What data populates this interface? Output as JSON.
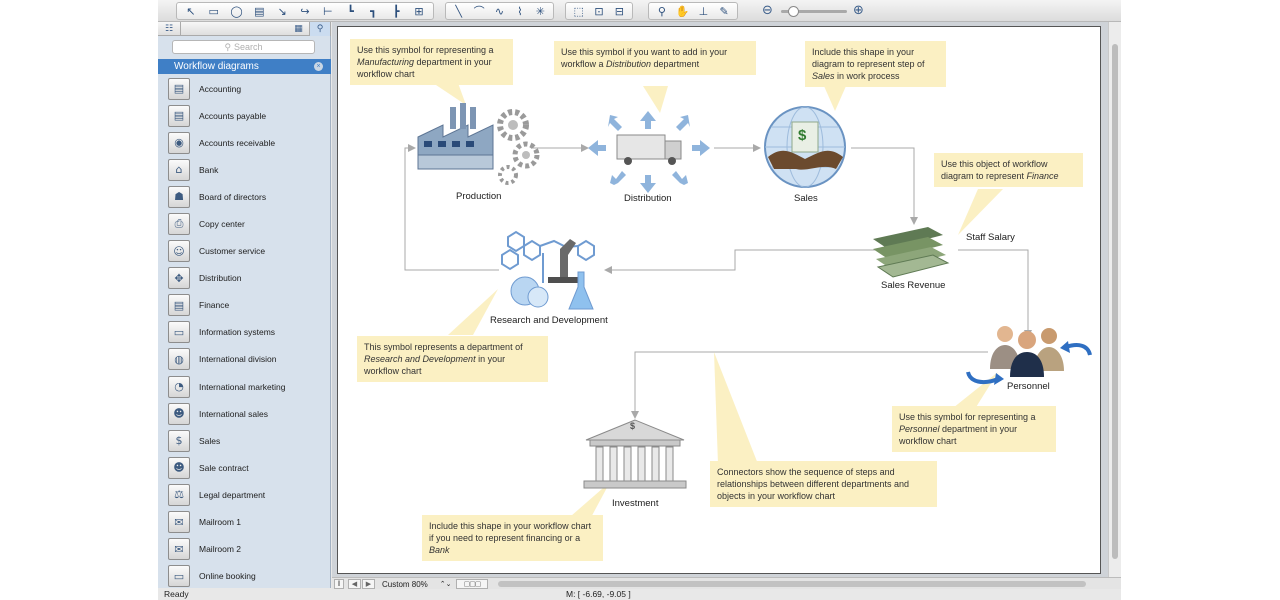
{
  "toolbar": {
    "groups": [
      {
        "tools": [
          {
            "icon": "pointer-icon",
            "glyph": "↖"
          },
          {
            "icon": "rectangle-icon",
            "glyph": "▭"
          },
          {
            "icon": "ellipse-icon",
            "glyph": "◯"
          },
          {
            "icon": "text-icon",
            "glyph": "▤"
          },
          {
            "icon": "connector-icon",
            "glyph": "↘"
          },
          {
            "icon": "curved-connector-icon",
            "glyph": "↪"
          },
          {
            "icon": "tree-connector-icon",
            "glyph": "⊢"
          },
          {
            "icon": "orthogonal-connector-icon",
            "glyph": "┗"
          },
          {
            "icon": "smart-connector-icon",
            "glyph": "┓"
          },
          {
            "icon": "connector-menu-icon",
            "glyph": "┣"
          },
          {
            "icon": "insert-icon",
            "glyph": "⊞"
          }
        ]
      },
      {
        "tools": [
          {
            "icon": "line-icon",
            "glyph": "╲"
          },
          {
            "icon": "arc-icon",
            "glyph": "⌒"
          },
          {
            "icon": "bezier-icon",
            "glyph": "∿"
          },
          {
            "icon": "polyline-icon",
            "glyph": "⌇"
          },
          {
            "icon": "spline-icon",
            "glyph": "✳"
          }
        ]
      },
      {
        "tools": [
          {
            "icon": "group-icon",
            "glyph": "⬚"
          },
          {
            "icon": "ungroup-icon",
            "glyph": "⊡"
          },
          {
            "icon": "arrange-icon",
            "glyph": "⊟"
          }
        ]
      },
      {
        "tools": [
          {
            "icon": "zoom-tool-icon",
            "glyph": "⚲"
          },
          {
            "icon": "hand-icon",
            "glyph": "✋"
          },
          {
            "icon": "stamp-icon",
            "glyph": "⊥"
          },
          {
            "icon": "eyedropper-icon",
            "glyph": "✎"
          }
        ]
      }
    ],
    "zoom_out_glyph": "⊖",
    "zoom_in_glyph": "⊕",
    "zoom_level": 0.12
  },
  "sidebar": {
    "tabs": [
      {
        "glyph": "☷"
      },
      {
        "glyph": "▦"
      },
      {
        "glyph": "⚲"
      }
    ],
    "search_placeholder": "Search",
    "search_glyph": "⚲",
    "library_title": "Workflow diagrams",
    "library_close_glyph": "×",
    "items": [
      {
        "label": "Accounting",
        "glyph": "▤"
      },
      {
        "label": "Accounts payable",
        "glyph": "▤"
      },
      {
        "label": "Accounts receivable",
        "glyph": "◉"
      },
      {
        "label": "Bank",
        "glyph": "⌂"
      },
      {
        "label": "Board of directors",
        "glyph": "☗"
      },
      {
        "label": "Copy center",
        "glyph": "⎙"
      },
      {
        "label": "Customer service",
        "glyph": "☺"
      },
      {
        "label": "Distribution",
        "glyph": "✥"
      },
      {
        "label": "Finance",
        "glyph": "▤"
      },
      {
        "label": "Information systems",
        "glyph": "▭"
      },
      {
        "label": "International division",
        "glyph": "◍"
      },
      {
        "label": "International marketing",
        "glyph": "◔"
      },
      {
        "label": "International sales",
        "glyph": "☻"
      },
      {
        "label": "Sales",
        "glyph": "$"
      },
      {
        "label": "Sale contract",
        "glyph": "☻"
      },
      {
        "label": "Legal department",
        "glyph": "⚖"
      },
      {
        "label": "Mailroom 1",
        "glyph": "✉"
      },
      {
        "label": "Mailroom 2",
        "glyph": "✉"
      },
      {
        "label": "Online booking",
        "glyph": "▭"
      }
    ]
  },
  "diagram": {
    "callouts": {
      "manufacturing": [
        "Use this symbol for representing a ",
        "Manufacturing",
        " department in your workflow chart"
      ],
      "distribution": [
        "Use this symbol if you want to add in your workflow a ",
        "Distribution",
        " department"
      ],
      "sales": [
        "Include this shape in your diagram to represent step of ",
        "Sales",
        " in work process"
      ],
      "finance": [
        "Use this object of workflow diagram to represent ",
        "Finance",
        ""
      ],
      "research": [
        "This symbol represents a department of ",
        "Research and Development",
        " in your workflow chart"
      ],
      "personnel": [
        "Use this symbol for representing a ",
        "Personnel",
        " department in your workflow chart"
      ],
      "connectors": [
        "Connectors show the sequence of steps and relationships between different departments and objects in your workflow chart",
        "",
        ""
      ],
      "bank": [
        "Include this shape in your workflow chart if you need to represent financing or a ",
        "Bank",
        ""
      ]
    },
    "labels": {
      "production": "Production",
      "distribution": "Distribution",
      "sales": "Sales",
      "staff_salary": "Staff Salary",
      "sales_revenue": "Sales Revenue",
      "research": "Research and Development",
      "personnel": "Personnel",
      "investment": "Investment"
    },
    "dollar_sign": "$"
  },
  "bottom_bar": {
    "pause_glyph": "‖",
    "prev_glyph": "◀",
    "next_glyph": "▶",
    "zoom_value": "Custom 80%",
    "zoom_arrows": "⌃⌄"
  },
  "status": {
    "ready": "Ready",
    "coords": "M: [ -6.69, -9.05 ]"
  },
  "colors": {
    "callout_bg": "#fbf0c3",
    "library_header": "#3f7fc6",
    "connector": "#a9a9a9"
  }
}
